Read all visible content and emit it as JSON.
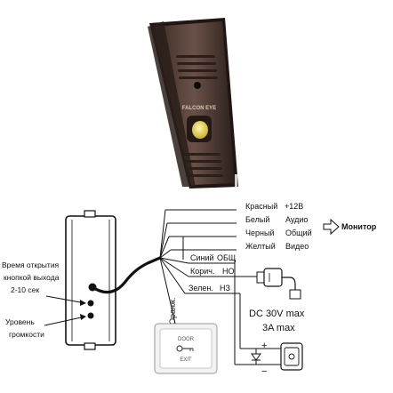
{
  "panel": {
    "brand": "FALCON EYE"
  },
  "wires": [
    {
      "color": "Красный",
      "function": "+12В"
    },
    {
      "color": "Белый",
      "function": "Аудио"
    },
    {
      "color": "Черный",
      "function": "Общий"
    },
    {
      "color": "Желтый",
      "function": "Видео"
    },
    {
      "color": "Синий",
      "function": "ОБЩ"
    },
    {
      "color": "Корич.",
      "function": "НО"
    },
    {
      "color": "Зелен.",
      "function": "НЗ"
    },
    {
      "color": "Оранж.",
      "function": ""
    }
  ],
  "labels": {
    "monitor": "Монитор",
    "exit_time_line1": "Время открытия",
    "exit_time_line2": "кнопкой выхода",
    "exit_time_line3": "2-10 сек",
    "volume_line1": "Уровень",
    "volume_line2": "громкости",
    "power_line1": "DC 30V max",
    "power_line2": "3A max",
    "plus": "+",
    "minus": "−"
  },
  "exit_button": {
    "top_text": "DOOR",
    "bottom_text": "EXIT"
  }
}
